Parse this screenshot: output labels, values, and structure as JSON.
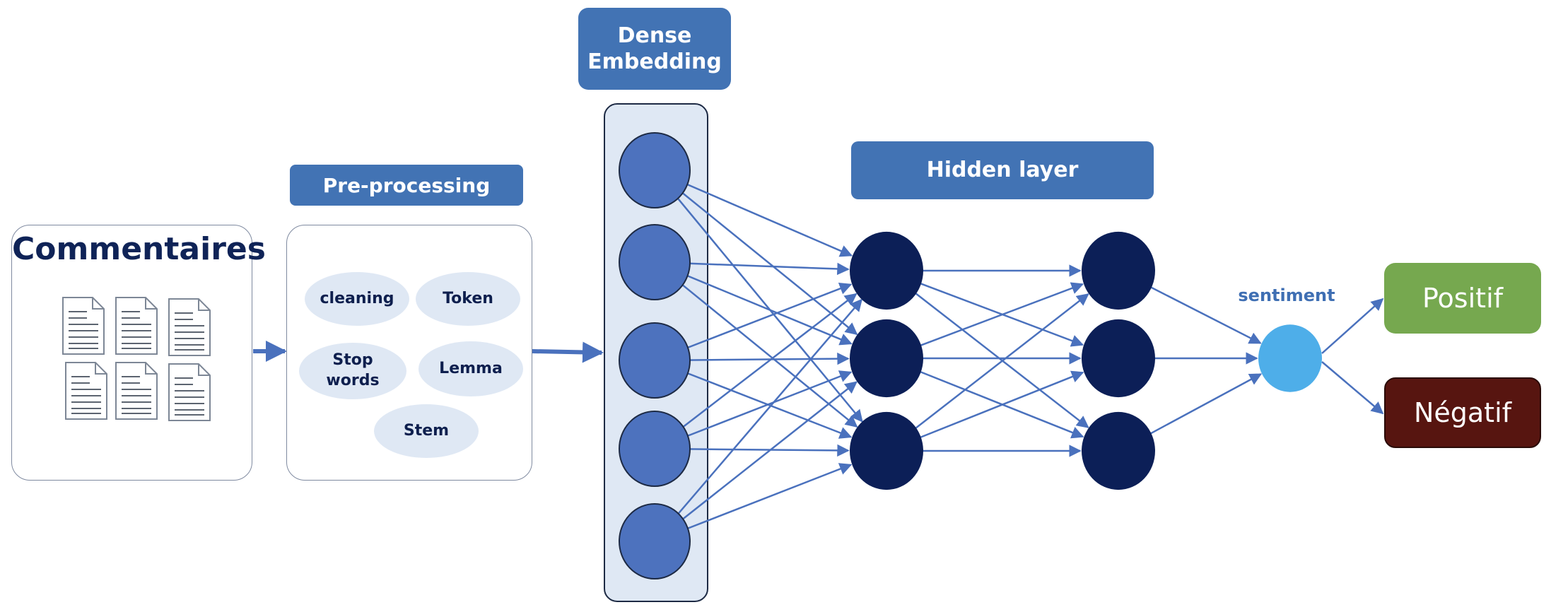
{
  "commentaires": {
    "title": "Commentaires"
  },
  "preprocessing": {
    "header": "Pre-processing",
    "steps": [
      "cleaning",
      "Token",
      "Stop\nwords",
      "Lemma",
      "Stem"
    ]
  },
  "embedding": {
    "header": "Dense\nEmbedding",
    "node_count": 5
  },
  "hidden": {
    "header": "Hidden layer",
    "layers": 2,
    "nodes_per_layer": 3
  },
  "sentiment": {
    "label": "sentiment"
  },
  "outputs": {
    "positive": "Positif",
    "negative": "Négatif"
  },
  "colors": {
    "header_blue": "#4273b4",
    "embedding_node": "#4d72be",
    "hidden_node": "#0c1f57",
    "sentiment_node": "#4eaee9",
    "edge": "#4a71bd",
    "positive": "#76a84f",
    "negative": "#571510"
  }
}
